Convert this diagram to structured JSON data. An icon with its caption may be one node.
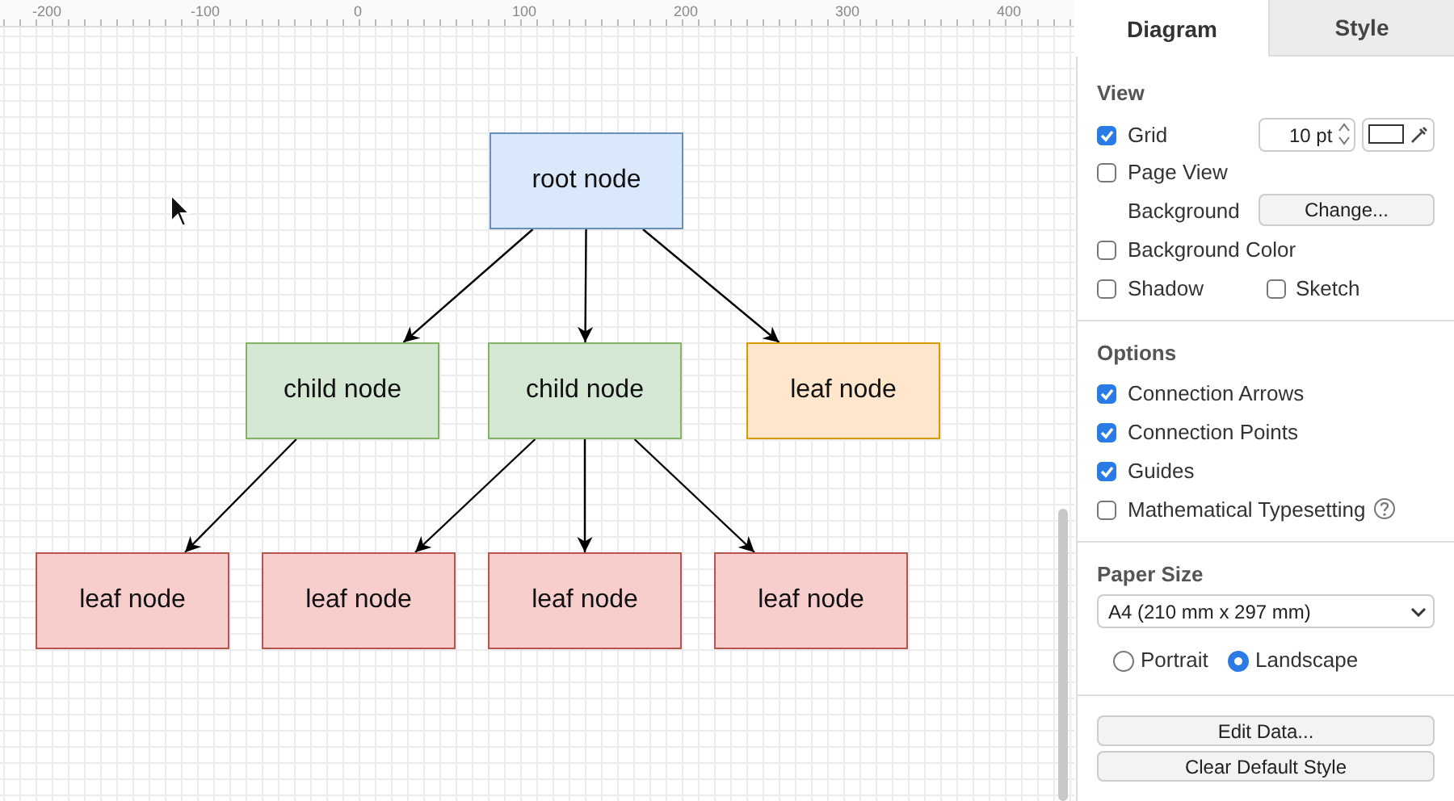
{
  "diagram": {
    "nodes": [
      {
        "text": [
          "root node"
        ]
      },
      {
        "text": [
          "child node"
        ]
      },
      {
        "text": [
          "child node"
        ]
      },
      {
        "text": [
          "leaf node"
        ]
      },
      {
        "text": [
          "leaf node"
        ]
      },
      {
        "text": [
          "leaf node"
        ]
      },
      {
        "text": [
          "leaf node"
        ]
      },
      {
        "text": [
          "leaf node"
        ]
      }
    ],
    "edges": [
      {
        "from": 0,
        "to": 1,
        "arrow": "to"
      },
      {
        "from": 0,
        "to": 2,
        "arrow": "to"
      },
      {
        "from": 0,
        "to": 3,
        "arrow": "to"
      },
      {
        "from": 1,
        "to": 4,
        "arrow": "to"
      },
      {
        "from": 2,
        "to": 5,
        "arrow": "to"
      },
      {
        "from": 2,
        "to": 6,
        "arrow": "to"
      },
      {
        "from": 2,
        "to": 7,
        "arrow": "to"
      }
    ],
    "labels": [
      "-200",
      "-100",
      "0",
      "100",
      "200",
      "300",
      "400",
      "Diagram",
      "Style",
      "View",
      "Grid",
      "10 pt",
      "Page View",
      "Background",
      "Change...",
      "Background Color",
      "Shadow",
      "Sketch",
      "Options",
      "Connection Arrows",
      "Connection Points",
      "Guides",
      "Mathematical Typesetting",
      "Paper Size",
      "A4 (210 mm x 297 mm)",
      "Portrait",
      "Landscape",
      "Edit Data...",
      "Clear Default Style"
    ]
  }
}
